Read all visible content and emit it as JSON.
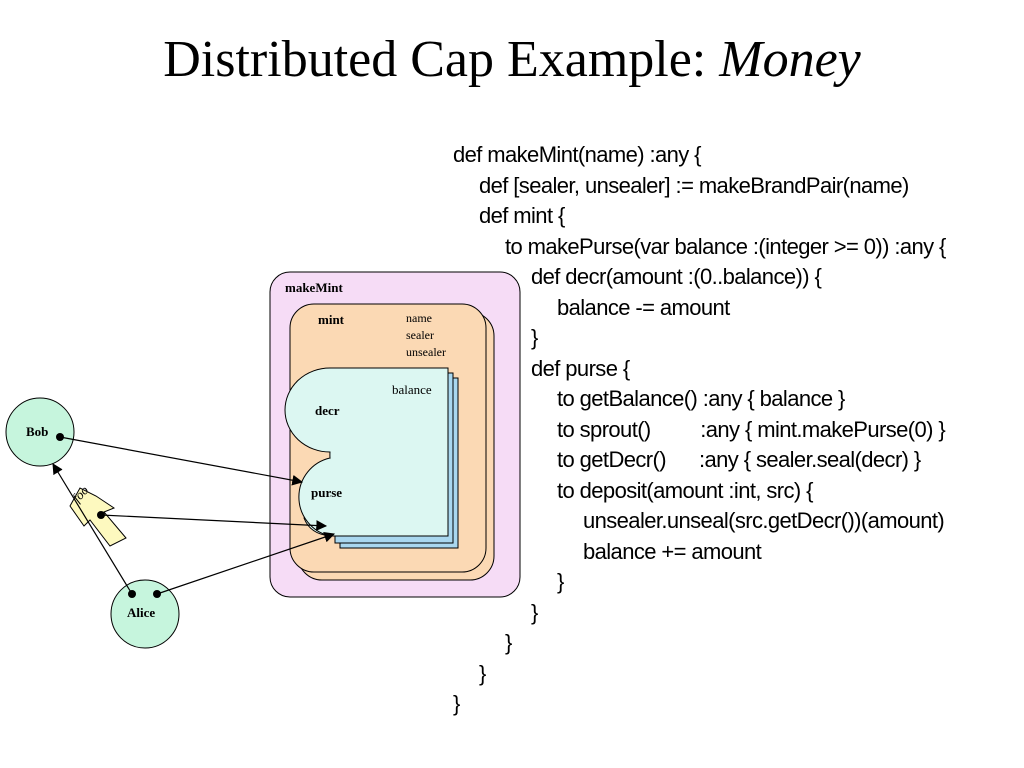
{
  "title": {
    "main": "Distributed Cap Example: ",
    "emphasis": "Money"
  },
  "code_lines": [
    {
      "indent": 0,
      "text": "def makeMint(name) :any {"
    },
    {
      "indent": 1,
      "text": "def [sealer, unsealer] := makeBrandPair(name)"
    },
    {
      "indent": 1,
      "text": "def mint {"
    },
    {
      "indent": 2,
      "text": "to makePurse(var balance :(integer >= 0)) :any {"
    },
    {
      "indent": 3,
      "text": "def decr(amount :(0..balance)) {"
    },
    {
      "indent": 4,
      "text": "balance -= amount"
    },
    {
      "indent": 3,
      "text": "}"
    },
    {
      "indent": 3,
      "text": "def purse {"
    },
    {
      "indent": 4,
      "text": "to getBalance() :any { balance }"
    },
    {
      "indent": 4,
      "text": "to sprout()         :any { mint.makePurse(0) }"
    },
    {
      "indent": 4,
      "text": "to getDecr()      :any { sealer.seal(decr) }"
    },
    {
      "indent": 4,
      "text": "to deposit(amount :int, src) {"
    },
    {
      "indent": 5,
      "text": "unsealer.unseal(src.getDecr())(amount)"
    },
    {
      "indent": 5,
      "text": "balance += amount"
    },
    {
      "indent": 4,
      "text": "}"
    },
    {
      "indent": 3,
      "text": "}"
    },
    {
      "indent": 2,
      "text": "}"
    },
    {
      "indent": 1,
      "text": "}"
    },
    {
      "indent": 0,
      "text": "}"
    }
  ],
  "diagram": {
    "make_mint_label": "makeMint",
    "mint_label": "mint",
    "mint_vars": [
      "name",
      "sealer",
      "unsealer"
    ],
    "balance_label": "balance",
    "decr_label": "decr",
    "purse_label": "purse",
    "bob_label": "Bob",
    "alice_label": "Alice",
    "arrow_label": "foo",
    "colors": {
      "make_mint_fill": "#f6dcf6",
      "mint_fill": "#fbd9b4",
      "purse_fill": "#dcf7f2",
      "purse_shadow": "#a9d7ef",
      "actor_fill": "#c6f5dd",
      "arrow_fill": "#fdf9bf"
    }
  }
}
